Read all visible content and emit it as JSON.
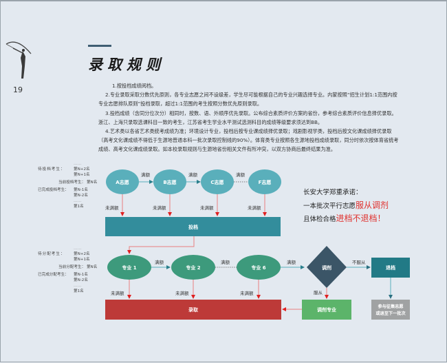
{
  "page": {
    "number": "19",
    "title": "录取规则"
  },
  "rules": [
    "1.按投档成绩阅档。",
    "2.专业录取采取分数优先原则，各专业志愿之间不设级差，学生尽可能根据自己的专业兴趣选择专业。内蒙按照“招生计划1:1范围内按",
    "专业志愿排队原则”投档录取，超过1:1范围的考生按照分数优先原则录取。",
    "3.投档成绩（含同分位次分）相同时，按数、语、外顺序优先录取。公布综合素质评价方案的省份，参考综合素质评价信息择优录取。",
    "浙江、上海只录取选课科目一致的考生，江苏省考生学业水平测试选测科目的成绩等级要求须达到BB。",
    "4.艺术类以各省艺术类统考成绩为准；环境设计专业，投档后按专业课成绩择优录取；戏剧影视学类，投档后按文化课成绩择优录取",
    "（高考文化课成绩不得低于生源地普通本科一批次录取控制线的90%）。体育类专业按照各生源地投档成绩录取，同分时依次按体育省统考",
    "成绩、高考文化课成绩录取。如本校录取规则与生源地省份相关文件有所冲突，以双方协商后最终结果为准。"
  ],
  "legend_top": {
    "dots": "……",
    "waiting_label": "待投档考生：",
    "waiting_1": "第N+2名",
    "waiting_2": "第N+1名",
    "current_label": "当前投档考生：",
    "current": "第N名",
    "done_label": "已完成投档考生：",
    "done_1": "第N-1名",
    "done_2": "第N-2名",
    "first": "第1名"
  },
  "legend_bottom": {
    "dots": "……",
    "waiting_label": "待分配考生：",
    "waiting_1": "第N+2名",
    "waiting_2": "第N+1名",
    "current_label": "当前分配考生：",
    "current": "第N名",
    "done_label": "已完成分配考生：",
    "done_1": "第N-1名",
    "done_2": "第N-2名",
    "first": "第1名"
  },
  "flow_top": {
    "nodes": [
      "A志愿",
      "B志愿",
      "C志愿",
      "F志愿"
    ],
    "full_label": "满额",
    "not_full_label": "未满额",
    "result": "投档"
  },
  "flow_bottom": {
    "nodes": [
      "专业 1",
      "专业 2",
      "专业 6"
    ],
    "full_label": "满额",
    "not_full_label": "未满额",
    "decision": "调剂",
    "obey_label": "服从",
    "disobey_label": "不服从",
    "adjusted": "调剂专业",
    "rejected": "退档",
    "next_step_1": "参与征集志愿",
    "next_step_2": "或退至下一批次",
    "result": "录取"
  },
  "promise": {
    "line1": "长安大学郑重承诺：",
    "line2_prefix": "一本批次平行志愿",
    "line2_highlight": "服从调剂",
    "line3_prefix": "且体检合格",
    "line3_highlight": "进档不退档！"
  },
  "colors": {
    "background": "#e3e9f0",
    "teal_node": "#5aafbb",
    "teal_bar": "#338d9c",
    "green_node": "#3d9a7c",
    "red_bar": "#bd3a38",
    "green_box": "#5cb46a",
    "diamond": "#3b5567",
    "reject_box": "#227a86",
    "gray_box": "#a0a2a3",
    "arrow_red": "#e04848",
    "highlight_red": "#e0322f"
  }
}
